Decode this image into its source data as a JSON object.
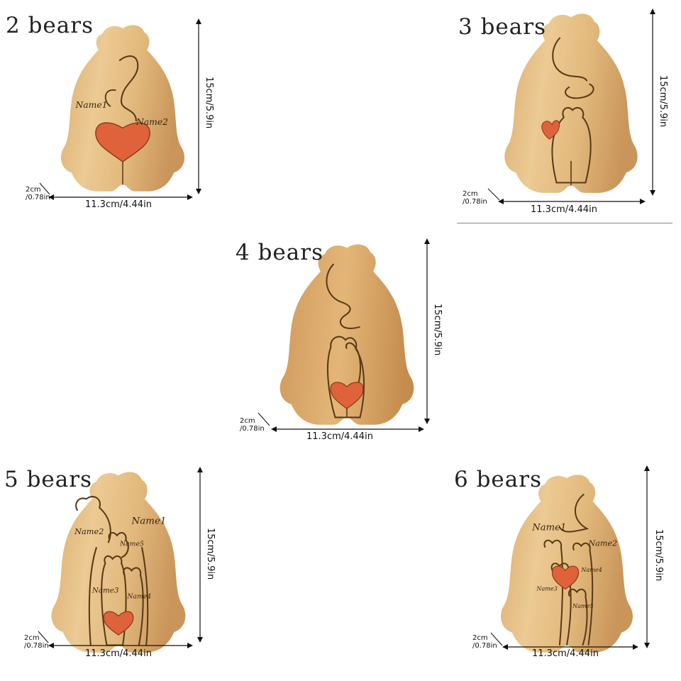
{
  "panels": [
    {
      "id": "2",
      "title": "2 bears",
      "width_label": "11.3cm/4.44in",
      "height_label": "15cm/5.9in",
      "depth_label_1": "2cm",
      "depth_label_2": "/0.78in",
      "engraved_names": [
        "Name1",
        "Name2"
      ],
      "heart": true
    },
    {
      "id": "3",
      "title": "3 bears",
      "width_label": "11.3cm/4.44in",
      "height_label": "15cm/5.9in",
      "depth_label_1": "2cm",
      "depth_label_2": "/0.78in",
      "engraved_names": [],
      "heart": true
    },
    {
      "id": "4",
      "title": "4 bears",
      "width_label": "11.3cm/4.44in",
      "height_label": "15cm/5.9in",
      "depth_label_1": "2cm",
      "depth_label_2": "/0.78in",
      "engraved_names": [],
      "heart": true
    },
    {
      "id": "5",
      "title": "5 bears",
      "width_label": "11.3cm/4.44in",
      "height_label": "15cm/5.9in",
      "depth_label_1": "2cm",
      "depth_label_2": "/0.78in",
      "engraved_names": [
        "Name1",
        "Name2",
        "Name5",
        "Name3",
        "Name4"
      ],
      "heart": true
    },
    {
      "id": "6",
      "title": "6 bears",
      "width_label": "11.3cm/4.44in",
      "height_label": "15cm/5.9in",
      "depth_label_1": "2cm",
      "depth_label_2": "/0.78in",
      "engraved_names": [
        "Name1",
        "Name2",
        "Name3",
        "Name4",
        "Name5"
      ],
      "heart": true
    }
  ],
  "colors": {
    "wood_light": "#e8c48e",
    "wood_mid": "#d6a86a",
    "wood_dark": "#b98547",
    "groove": "#7a5228",
    "heart": "#e0623a",
    "background": "#ffffff"
  }
}
